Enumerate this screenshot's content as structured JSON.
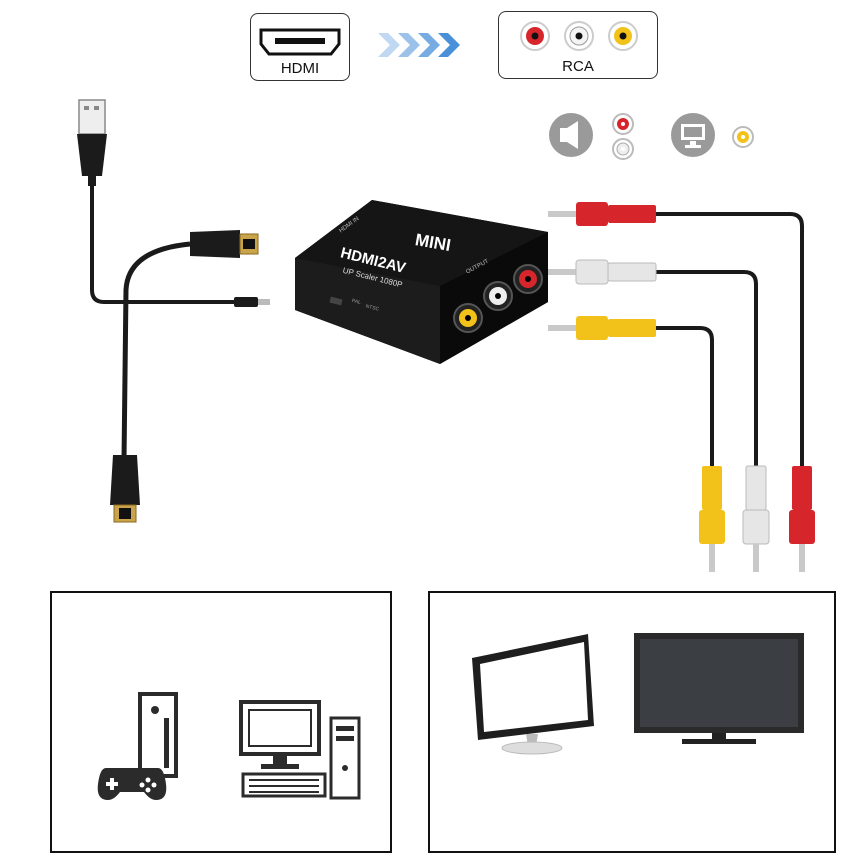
{
  "header": {
    "hdmi_label": "HDMI",
    "rca_label": "RCA"
  },
  "device": {
    "brand": "MINI",
    "model": "HDMI2AV",
    "subtitle": "UP Scaler 1080P",
    "port_input": "HDMI IN",
    "port_output": "OUTPUT",
    "switch_labels": [
      "NTSC",
      "PAL"
    ]
  },
  "colors": {
    "arrow": "#4a90d9",
    "rca_red": "#d6262b",
    "rca_white": "#d9d9d9",
    "rca_yellow": "#f2c21b",
    "cable": "#1a1a1a",
    "panel_icon": "#2b2b2b",
    "status_gray": "#9a9a9a"
  },
  "icons": {
    "hdmi_port": "hdmi-port-icon",
    "rca_jacks": "rca-jacks-icon",
    "speaker": "speaker-icon",
    "monitor": "monitor-icon",
    "game_console": "game-console-icon",
    "desktop_pc": "desktop-computer-icon",
    "crt_monitor": "crt-monitor-icon",
    "tv": "tv-icon"
  }
}
